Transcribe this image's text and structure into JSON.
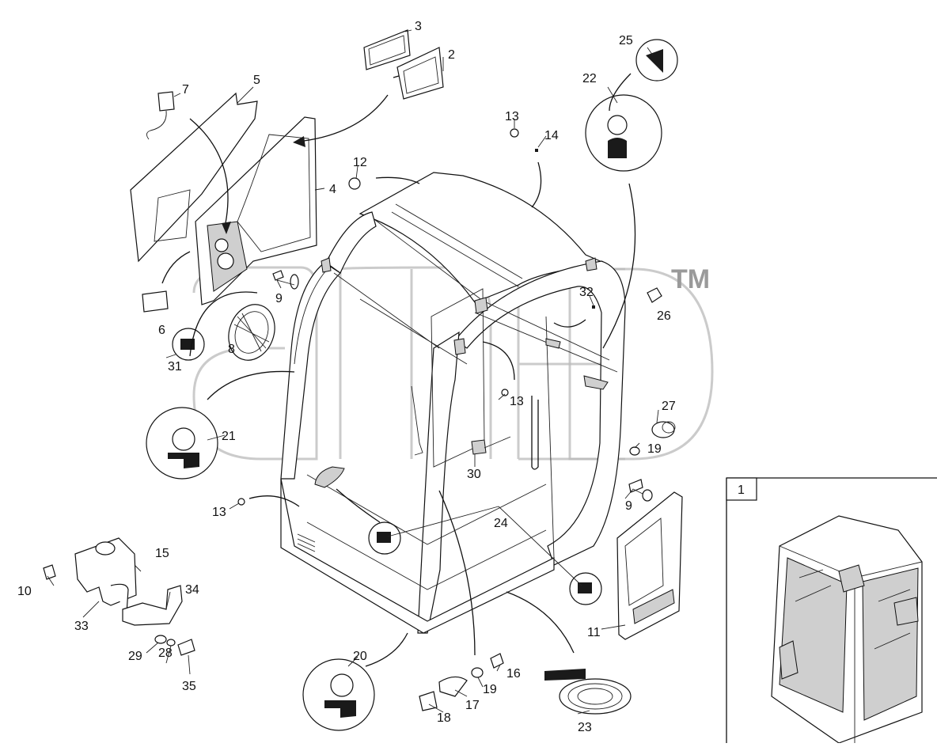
{
  "watermark": {
    "text": "TM"
  },
  "inset": {
    "label": "1"
  },
  "callouts": {
    "c1": "1",
    "c2": "2",
    "c3": "3",
    "c4": "4",
    "c5": "5",
    "c6": "6",
    "c7": "7",
    "c8": "8",
    "c9a": "9",
    "c9b": "9",
    "c10": "10",
    "c11": "11",
    "c12": "12",
    "c13a": "13",
    "c13b": "13",
    "c13c": "13",
    "c14": "14",
    "c15": "15",
    "c16": "16",
    "c17": "17",
    "c18": "18",
    "c19a": "19",
    "c19b": "19",
    "c20": "20",
    "c21": "21",
    "c22": "22",
    "c23": "23",
    "c24": "24",
    "c25": "25",
    "c26": "26",
    "c27": "27",
    "c28": "28",
    "c29": "29",
    "c30": "30",
    "c31": "31",
    "c32": "32",
    "c33": "33",
    "c34": "34",
    "c35": "35"
  }
}
